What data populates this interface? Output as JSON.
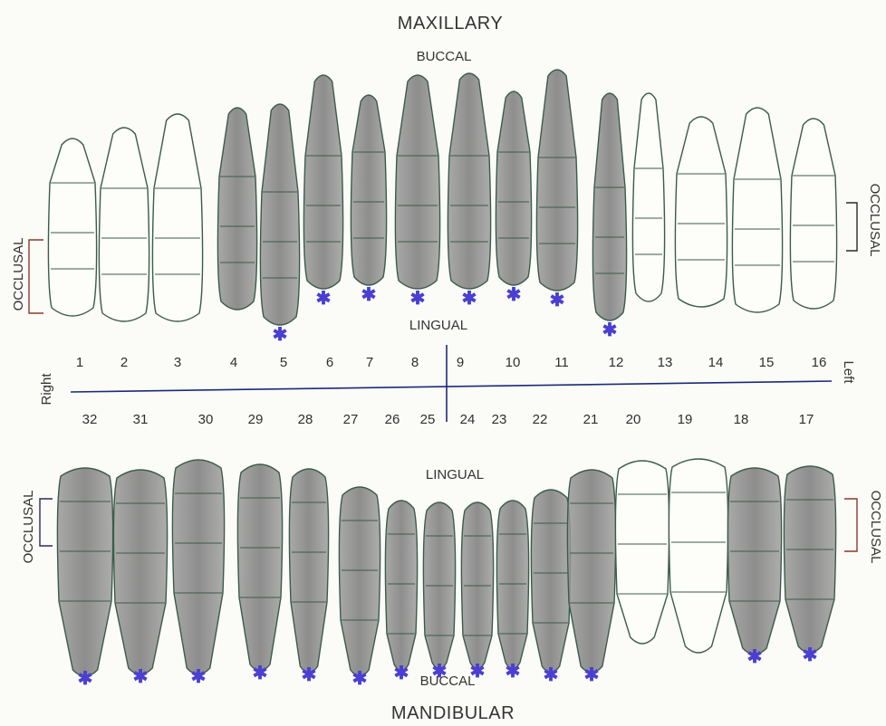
{
  "titles": {
    "maxillary": "MAXILLARY",
    "mandibular": "MANDIBULAR",
    "upper_buccal": "BUCCAL",
    "upper_lingual": "LINGUAL",
    "lower_lingual": "LINGUAL",
    "lower_buccal": "BUCCAL",
    "occlusal": "OCCLUSAL",
    "right": "Right",
    "left": "Left"
  },
  "colors": {
    "outline": "#3a5c4a",
    "shade": "#8a8a8a",
    "mark": "#4a3fd0",
    "axis": "#1d2a7a"
  },
  "upper_teeth": [
    {
      "number": "1",
      "shaded": false,
      "marked": false
    },
    {
      "number": "2",
      "shaded": false,
      "marked": false
    },
    {
      "number": "3",
      "shaded": false,
      "marked": false
    },
    {
      "number": "4",
      "shaded": true,
      "marked": false
    },
    {
      "number": "5",
      "shaded": true,
      "marked": true
    },
    {
      "number": "6",
      "shaded": true,
      "marked": true
    },
    {
      "number": "7",
      "shaded": true,
      "marked": true
    },
    {
      "number": "8",
      "shaded": true,
      "marked": true
    },
    {
      "number": "9",
      "shaded": true,
      "marked": true
    },
    {
      "number": "10",
      "shaded": true,
      "marked": true
    },
    {
      "number": "11",
      "shaded": true,
      "marked": true
    },
    {
      "number": "12",
      "shaded": true,
      "marked": true
    },
    {
      "number": "13",
      "shaded": false,
      "marked": false
    },
    {
      "number": "14",
      "shaded": false,
      "marked": false
    },
    {
      "number": "15",
      "shaded": false,
      "marked": false
    },
    {
      "number": "16",
      "shaded": false,
      "marked": false
    }
  ],
  "lower_teeth": [
    {
      "number": "32",
      "shaded": true,
      "marked": true
    },
    {
      "number": "31",
      "shaded": true,
      "marked": true
    },
    {
      "number": "30",
      "shaded": true,
      "marked": true
    },
    {
      "number": "29",
      "shaded": true,
      "marked": true
    },
    {
      "number": "28",
      "shaded": true,
      "marked": true
    },
    {
      "number": "27",
      "shaded": true,
      "marked": true
    },
    {
      "number": "26",
      "shaded": true,
      "marked": true
    },
    {
      "number": "25",
      "shaded": true,
      "marked": true
    },
    {
      "number": "24",
      "shaded": true,
      "marked": true
    },
    {
      "number": "23",
      "shaded": true,
      "marked": true
    },
    {
      "number": "22",
      "shaded": true,
      "marked": true
    },
    {
      "number": "21",
      "shaded": true,
      "marked": true
    },
    {
      "number": "20",
      "shaded": false,
      "marked": false
    },
    {
      "number": "19",
      "shaded": false,
      "marked": false
    },
    {
      "number": "18",
      "shaded": true,
      "marked": true
    },
    {
      "number": "17",
      "shaded": true,
      "marked": true
    }
  ]
}
